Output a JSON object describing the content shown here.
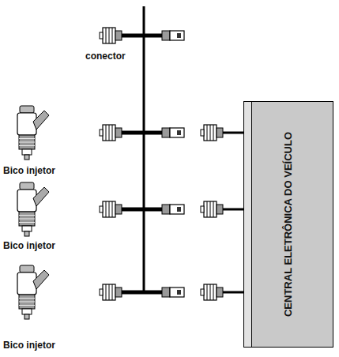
{
  "diagram": {
    "nodes": [
      {
        "text": [
          "CENTRAL ELETRÔNICA DO VEÍCULO"
        ]
      }
    ],
    "labels": [
      "conector",
      "Bico injetor",
      "Bico injetor",
      "Bico injetor"
    ]
  }
}
